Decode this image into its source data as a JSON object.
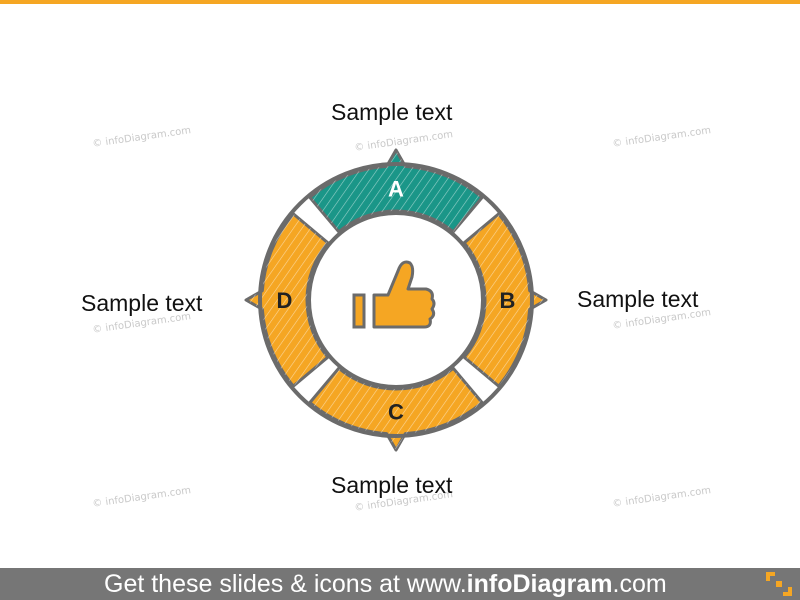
{
  "colors": {
    "accent": "#f5a623",
    "teal": "#1a9688",
    "ring_outline": "#6b6b6b",
    "footer_bg": "#767676"
  },
  "labels": {
    "top": "Sample text",
    "right": "Sample text",
    "bottom": "Sample text",
    "left": "Sample text"
  },
  "segments": [
    {
      "letter": "A",
      "color": "#1a9688"
    },
    {
      "letter": "B",
      "color": "#f5a623"
    },
    {
      "letter": "C",
      "color": "#f5a623"
    },
    {
      "letter": "D",
      "color": "#f5a623"
    }
  ],
  "center_icon": "thumbs-up-icon",
  "watermark": "© infoDiagram.com",
  "footer": {
    "prefix": "Get these slides & icons at www.",
    "brand": "infoDiagram",
    "suffix": ".com"
  }
}
